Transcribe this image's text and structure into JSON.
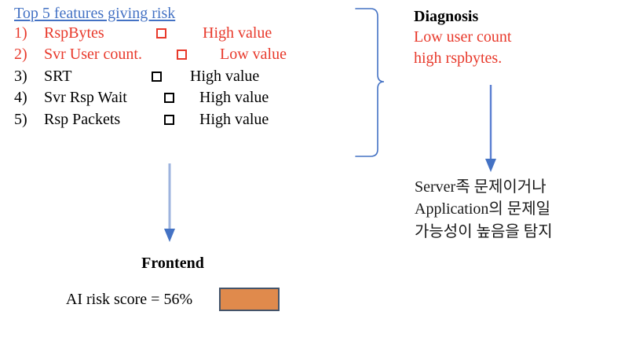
{
  "features_panel": {
    "title": "Top 5 features giving risk",
    "rows": [
      {
        "index": "1)",
        "name": "RspBytes",
        "checkbox": "empty-checkbox",
        "value": "High value",
        "risk": true
      },
      {
        "index": "2)",
        "name": "Svr User count.",
        "checkbox": "empty-checkbox",
        "value": "Low value",
        "risk": true
      },
      {
        "index": "3)",
        "name": "SRT",
        "checkbox": "empty-checkbox",
        "value": "High value",
        "risk": false
      },
      {
        "index": "4)",
        "name": "Svr Rsp Wait",
        "checkbox": "empty-checkbox",
        "value": "High value",
        "risk": false
      },
      {
        "index": "5)",
        "name": "Rsp Packets",
        "checkbox": "empty-checkbox",
        "value": "High value",
        "risk": false
      }
    ]
  },
  "diagnosis": {
    "heading": "Diagnosis",
    "lines": [
      "Low user count",
      "high rspbytes."
    ]
  },
  "conclusion": {
    "lines": [
      "Server족 문제이거나",
      "Application의 문제일",
      "가능성이 높음을 탐지"
    ]
  },
  "frontend": {
    "heading": "Frontend",
    "score_label": "AI risk score = 56%",
    "score_value": 56,
    "swatch_color": "#E08A4C",
    "swatch_border": "#44546A"
  },
  "connectors": {
    "brace": "right-pointing-curly-brace",
    "arrow_down_left": "down-arrow",
    "arrow_down_right": "down-arrow",
    "line_color": "#4472C4",
    "shaft_color": "#9DB3DE"
  },
  "colors": {
    "risk_red": "#E8392B",
    "title_blue": "#4472C4",
    "text_black": "#000000",
    "accent_orange": "#E08A4C"
  }
}
